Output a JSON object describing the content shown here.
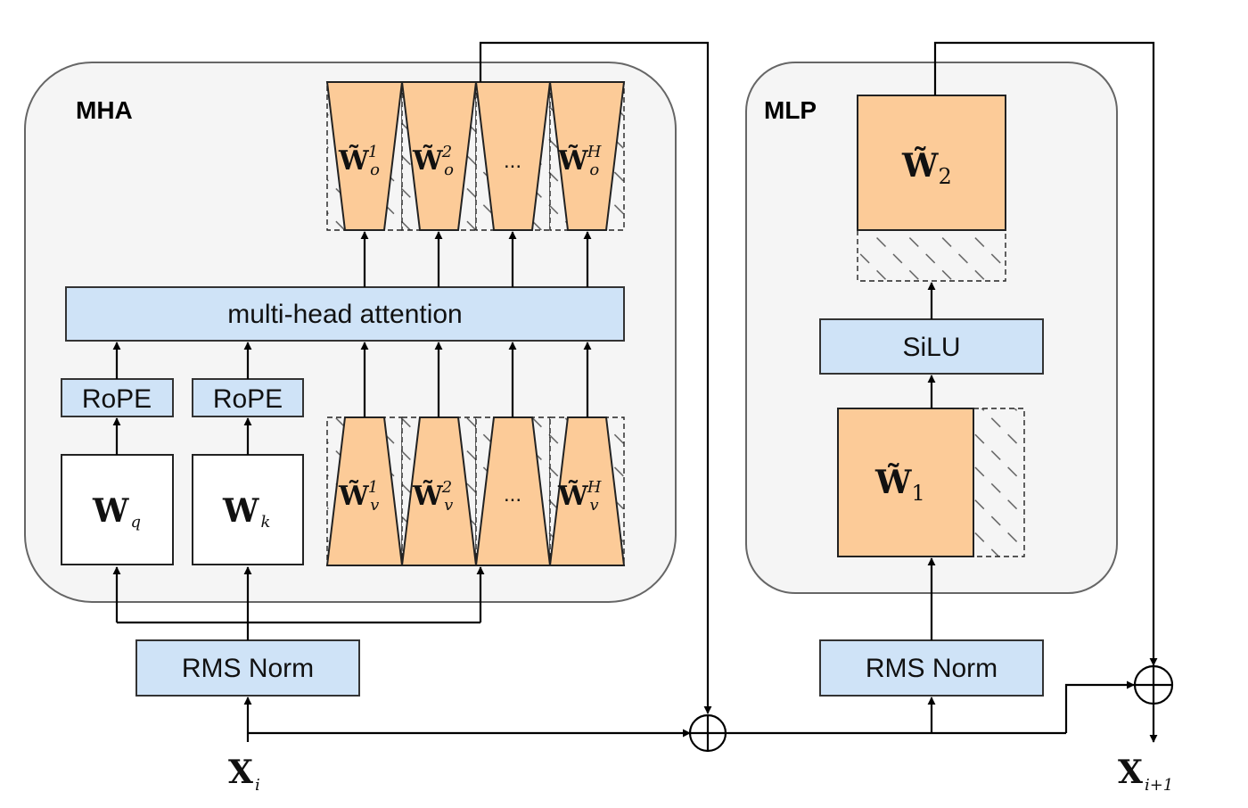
{
  "mha": {
    "title": "MHA",
    "attention_label": "multi-head attention",
    "rope_label": "RoPE",
    "norm_label": "RMS Norm",
    "wq": {
      "base": "W",
      "sub": "q"
    },
    "wk": {
      "base": "W",
      "sub": "k"
    },
    "wo_heads": [
      {
        "base": "W̃",
        "sub": "o",
        "sup": "1"
      },
      {
        "base": "W̃",
        "sub": "o",
        "sup": "2"
      },
      {
        "base": "...",
        "sub": "",
        "sup": ""
      },
      {
        "base": "W̃",
        "sub": "o",
        "sup": "H"
      }
    ],
    "wv_heads": [
      {
        "base": "W̃",
        "sub": "v",
        "sup": "1"
      },
      {
        "base": "W̃",
        "sub": "v",
        "sup": "2"
      },
      {
        "base": "...",
        "sub": "",
        "sup": ""
      },
      {
        "base": "W̃",
        "sub": "v",
        "sup": "H"
      }
    ]
  },
  "mlp": {
    "title": "MLP",
    "activation_label": "SiLU",
    "norm_label": "RMS Norm",
    "w1": {
      "base": "W̃",
      "sub": "1"
    },
    "w2": {
      "base": "W̃",
      "sub": "2"
    }
  },
  "io": {
    "input": {
      "base": "X",
      "sub": "i"
    },
    "output": {
      "base": "X",
      "sub": "i+1"
    }
  },
  "colors": {
    "panel": "#f5f5f5",
    "blue_box": "#cfe3f7",
    "orange_weight": "#fccb98"
  },
  "icons": {
    "adder": "circled-plus-icon"
  }
}
